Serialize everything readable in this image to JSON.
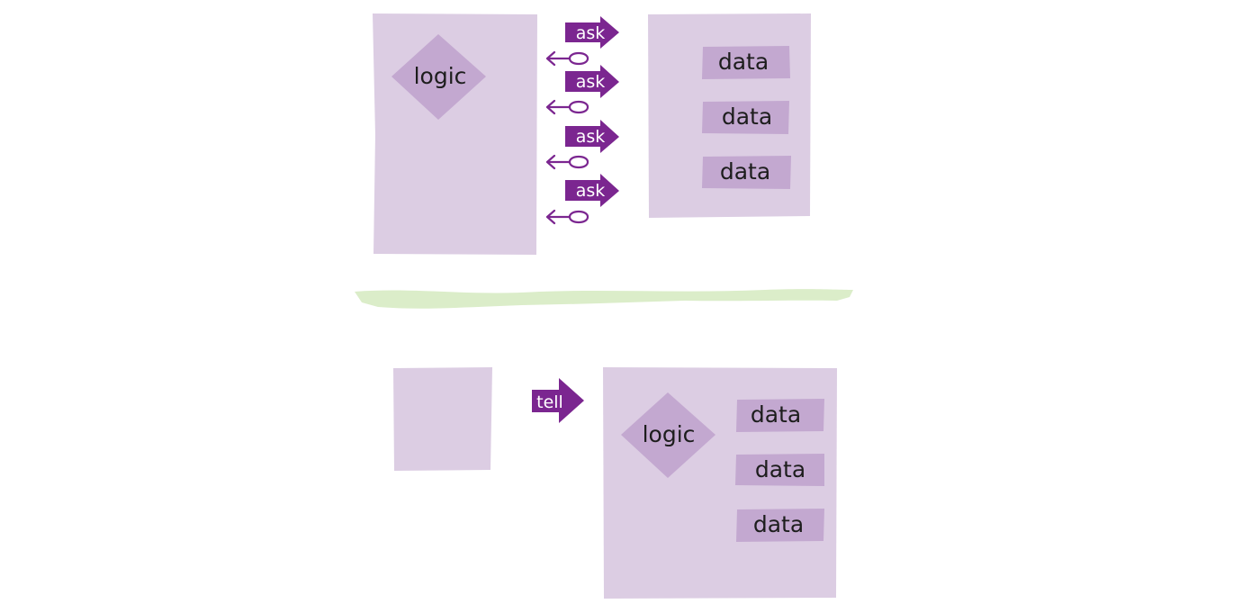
{
  "ask_pattern": {
    "logic_label": "logic",
    "messages": [
      "ask",
      "ask",
      "ask",
      "ask"
    ],
    "data_labels": [
      "data",
      "data",
      "data"
    ]
  },
  "tell_pattern": {
    "message": "tell",
    "logic_label": "logic",
    "data_labels": [
      "data",
      "data",
      "data"
    ]
  }
}
